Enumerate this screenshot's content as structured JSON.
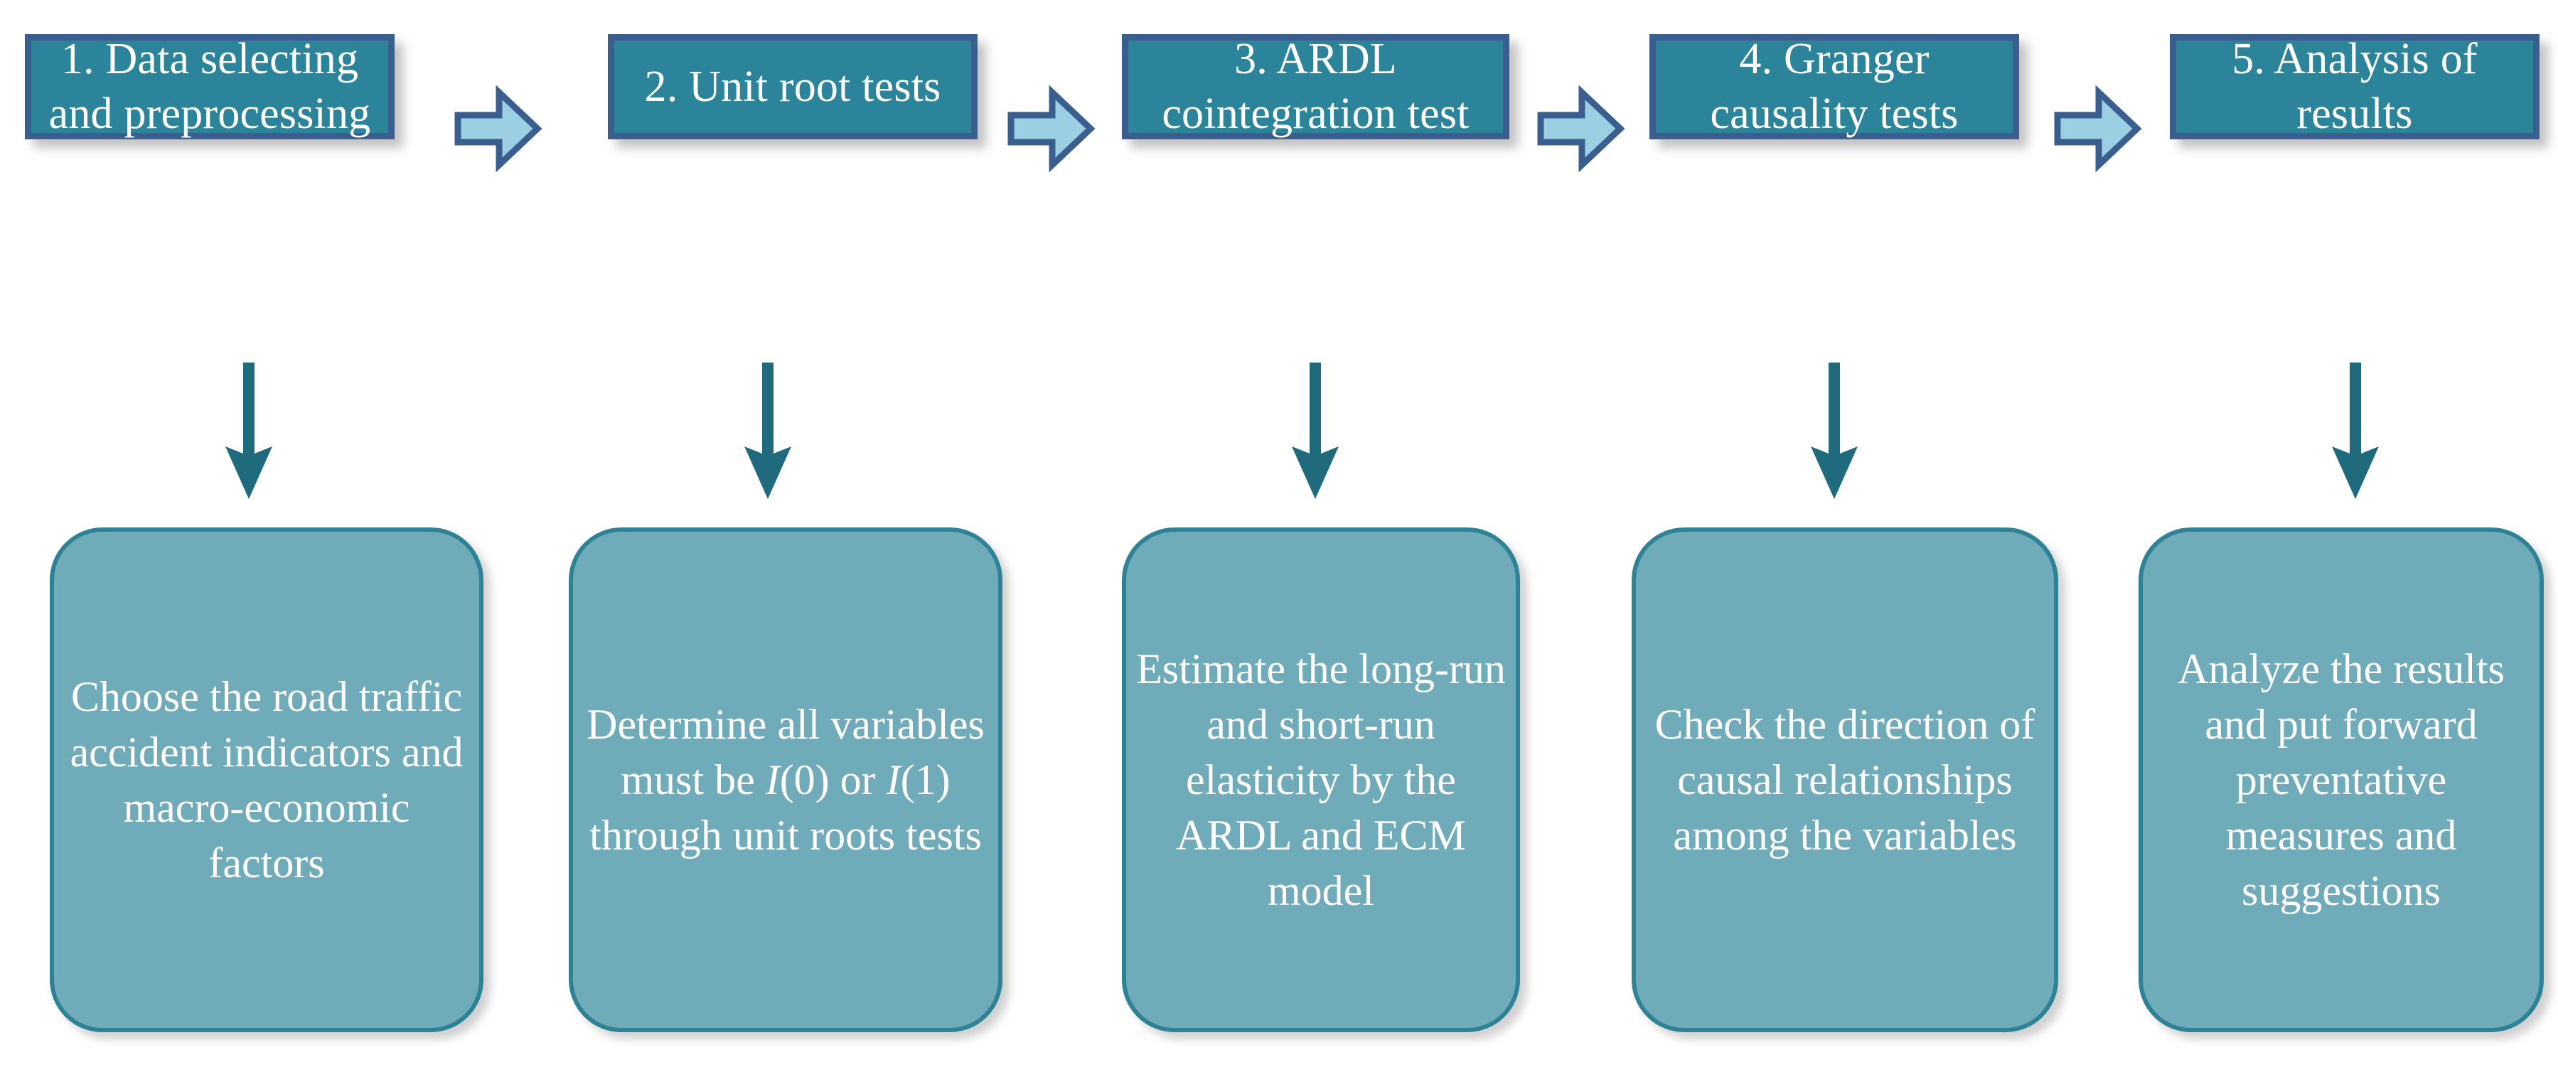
{
  "diagram": {
    "title": "ARDL research methodology flowchart",
    "colors": {
      "step_fill": "#2b8499",
      "step_border": "#3a5f8f",
      "detail_fill": "#6fabb9",
      "detail_border": "#2d8296",
      "block_arrow_fill": "#9ccfe3",
      "block_arrow_border": "#3a5f8f",
      "down_arrow": "#1f6b7d",
      "text": "#ffffff",
      "background": "#ffffff"
    },
    "steps": [
      {
        "id": "step-1",
        "label": "1. Data selecting and preprocessing"
      },
      {
        "id": "step-2",
        "label": "2. Unit root tests"
      },
      {
        "id": "step-3",
        "label": "3. ARDL cointegration test"
      },
      {
        "id": "step-4",
        "label": "4. Granger causality tests"
      },
      {
        "id": "step-5",
        "label": "5. Analysis of results"
      }
    ],
    "details": [
      {
        "id": "detail-1",
        "label": "Choose the road traffic accident indicators and macro-economic factors"
      },
      {
        "id": "detail-2",
        "label": "Determine all variables must be I(0) or I(1) through unit roots tests",
        "html": "Determine all variables must be <i>I</i>(0) or <i>I</i>(1) through unit roots tests"
      },
      {
        "id": "detail-3",
        "label": "Estimate the long-run and short-run elasticity by the ARDL and ECM model"
      },
      {
        "id": "detail-4",
        "label": "Check the direction of causal relationships among the variables"
      },
      {
        "id": "detail-5",
        "label": "Analyze the results and put forward preventative measures and suggestions"
      }
    ],
    "connectors": {
      "block_arrows": [
        {
          "id": "block-arrow-1-2",
          "from": "step-1",
          "to": "step-2",
          "icon": "right-block-arrow-icon"
        },
        {
          "id": "block-arrow-2-3",
          "from": "step-2",
          "to": "step-3",
          "icon": "right-block-arrow-icon"
        },
        {
          "id": "block-arrow-3-4",
          "from": "step-3",
          "to": "step-4",
          "icon": "right-block-arrow-icon"
        },
        {
          "id": "block-arrow-4-5",
          "from": "step-4",
          "to": "step-5",
          "icon": "right-block-arrow-icon"
        }
      ],
      "down_arrows": [
        {
          "id": "down-arrow-1",
          "from": "step-1",
          "to": "detail-1",
          "icon": "down-arrow-icon"
        },
        {
          "id": "down-arrow-2",
          "from": "step-2",
          "to": "detail-2",
          "icon": "down-arrow-icon"
        },
        {
          "id": "down-arrow-3",
          "from": "step-3",
          "to": "detail-3",
          "icon": "down-arrow-icon"
        },
        {
          "id": "down-arrow-4",
          "from": "step-4",
          "to": "detail-4",
          "icon": "down-arrow-icon"
        },
        {
          "id": "down-arrow-5",
          "from": "step-5",
          "to": "detail-5",
          "icon": "down-arrow-icon"
        }
      ]
    }
  }
}
